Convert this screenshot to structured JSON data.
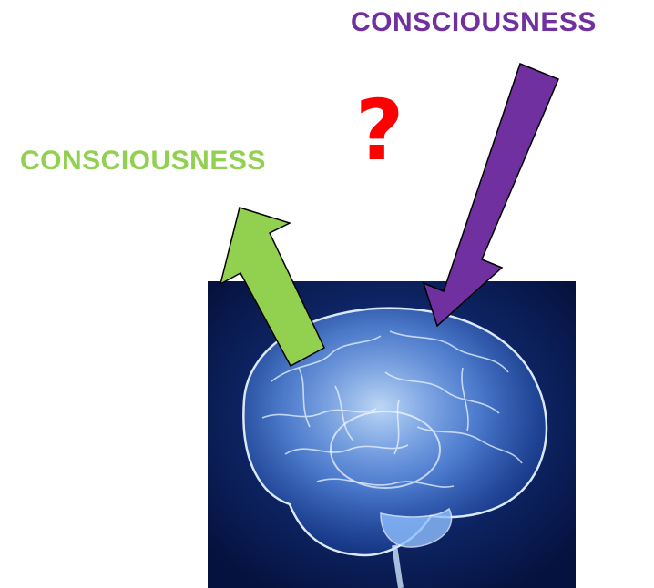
{
  "labels": {
    "top": "CONSCIOUSNESS",
    "left": "CONSCIOUSNESS",
    "question": "?"
  },
  "colors": {
    "top_label": "#7030a0",
    "left_label": "#92d050",
    "question": "#ff0000",
    "arrow_in": "#7030a0",
    "arrow_out": "#92d050",
    "panel_bg": "#0a1e5c"
  },
  "image": {
    "subject": "brain-illustration"
  }
}
